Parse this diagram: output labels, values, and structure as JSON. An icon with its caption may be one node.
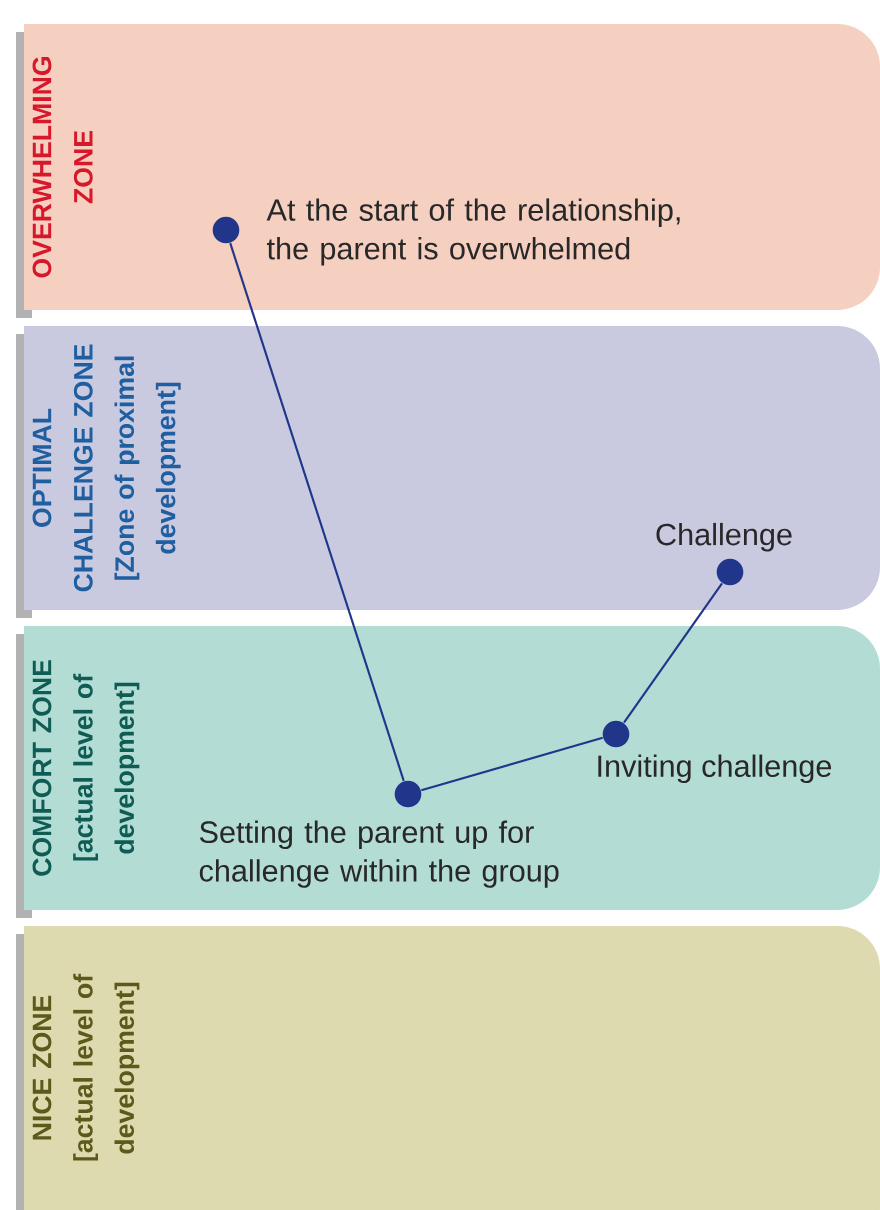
{
  "diagram": {
    "nodes": [
      {
        "text": [
          "OVERWHELMING ZONE"
        ]
      },
      {
        "text": [],
        "shape": "circle",
        "in": 0,
        "beside": [
          "At the start of the relationship, the parent is overwhelmed"
        ]
      },
      {
        "text": [
          "OPTIMAL CHALLENGE ZONE",
          "[Zone of proximal development]"
        ]
      },
      {
        "text": [],
        "shape": "circle",
        "in": 2,
        "beside": [
          "Challenge"
        ]
      },
      {
        "text": [
          "COMFORT ZONE",
          "[actual level of development]"
        ]
      },
      {
        "text": [],
        "shape": "circle",
        "in": 4,
        "beside": [
          "Setting the parent up for challenge within the group"
        ]
      },
      {
        "text": [],
        "shape": "circle",
        "in": 4,
        "beside": [
          "Inviting challenge"
        ]
      },
      {
        "text": [
          "NICE ZONE",
          "[actual level of development]"
        ]
      }
    ],
    "edges": [
      {
        "from": 1,
        "to": 5,
        "arrow": "none"
      },
      {
        "from": 5,
        "to": 6,
        "arrow": "none"
      },
      {
        "from": 6,
        "to": 3,
        "arrow": "none"
      }
    ]
  }
}
